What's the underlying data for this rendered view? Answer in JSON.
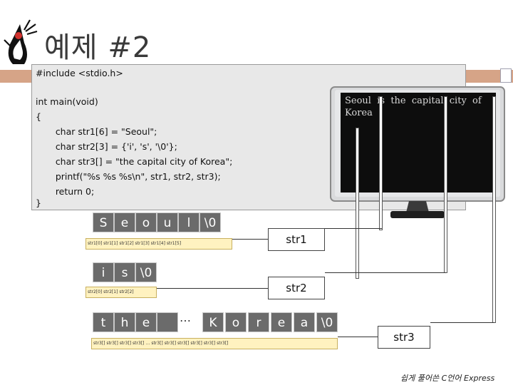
{
  "title": "예제 #2",
  "code": {
    "include_line": "#include <stdio.h>",
    "lines": [
      "int main(void)",
      "{",
      "       char str1[6] = \"Seoul\";",
      "       char str2[3] = {'i', 's', '\\0'};",
      "       char str3[] = \"the capital city of Korea\";",
      "       printf(\"%s %s %s\\n\", str1, str2, str3);",
      "       return 0;",
      "}"
    ]
  },
  "screen": {
    "line1": "Seoul  is  the  capital  city  of",
    "line2": "Korea"
  },
  "arrays": {
    "str1": {
      "label": "str1",
      "cells": [
        "S",
        "e",
        "o",
        "u",
        "l",
        "\\0"
      ],
      "indices": "str1[0] str1[1]  str1[2]  str1[3]  str1[4]  str1[5]"
    },
    "str2": {
      "label": "str2",
      "cells": [
        "i",
        "s",
        "\\0"
      ],
      "indices": "str2[0] str2[1] str2[2]"
    },
    "str3": {
      "label": "str3",
      "cells": [
        "t",
        "h",
        "e",
        " ",
        "K",
        "o",
        "r",
        "e",
        "a",
        "\\0"
      ],
      "ellipsis": "…",
      "indices": "str3[] str3[] str3[] str3[]  …  str3[] str3[] str3[] str3[] str3[] str3[]"
    }
  },
  "footer": "쉽게 풀어쓴 C언어 Express",
  "colors": {
    "accent_bar": "#d6a487",
    "cell": "#6b6b6b",
    "index_strip": "#fff2c0",
    "screen": "#0d0d0d"
  }
}
